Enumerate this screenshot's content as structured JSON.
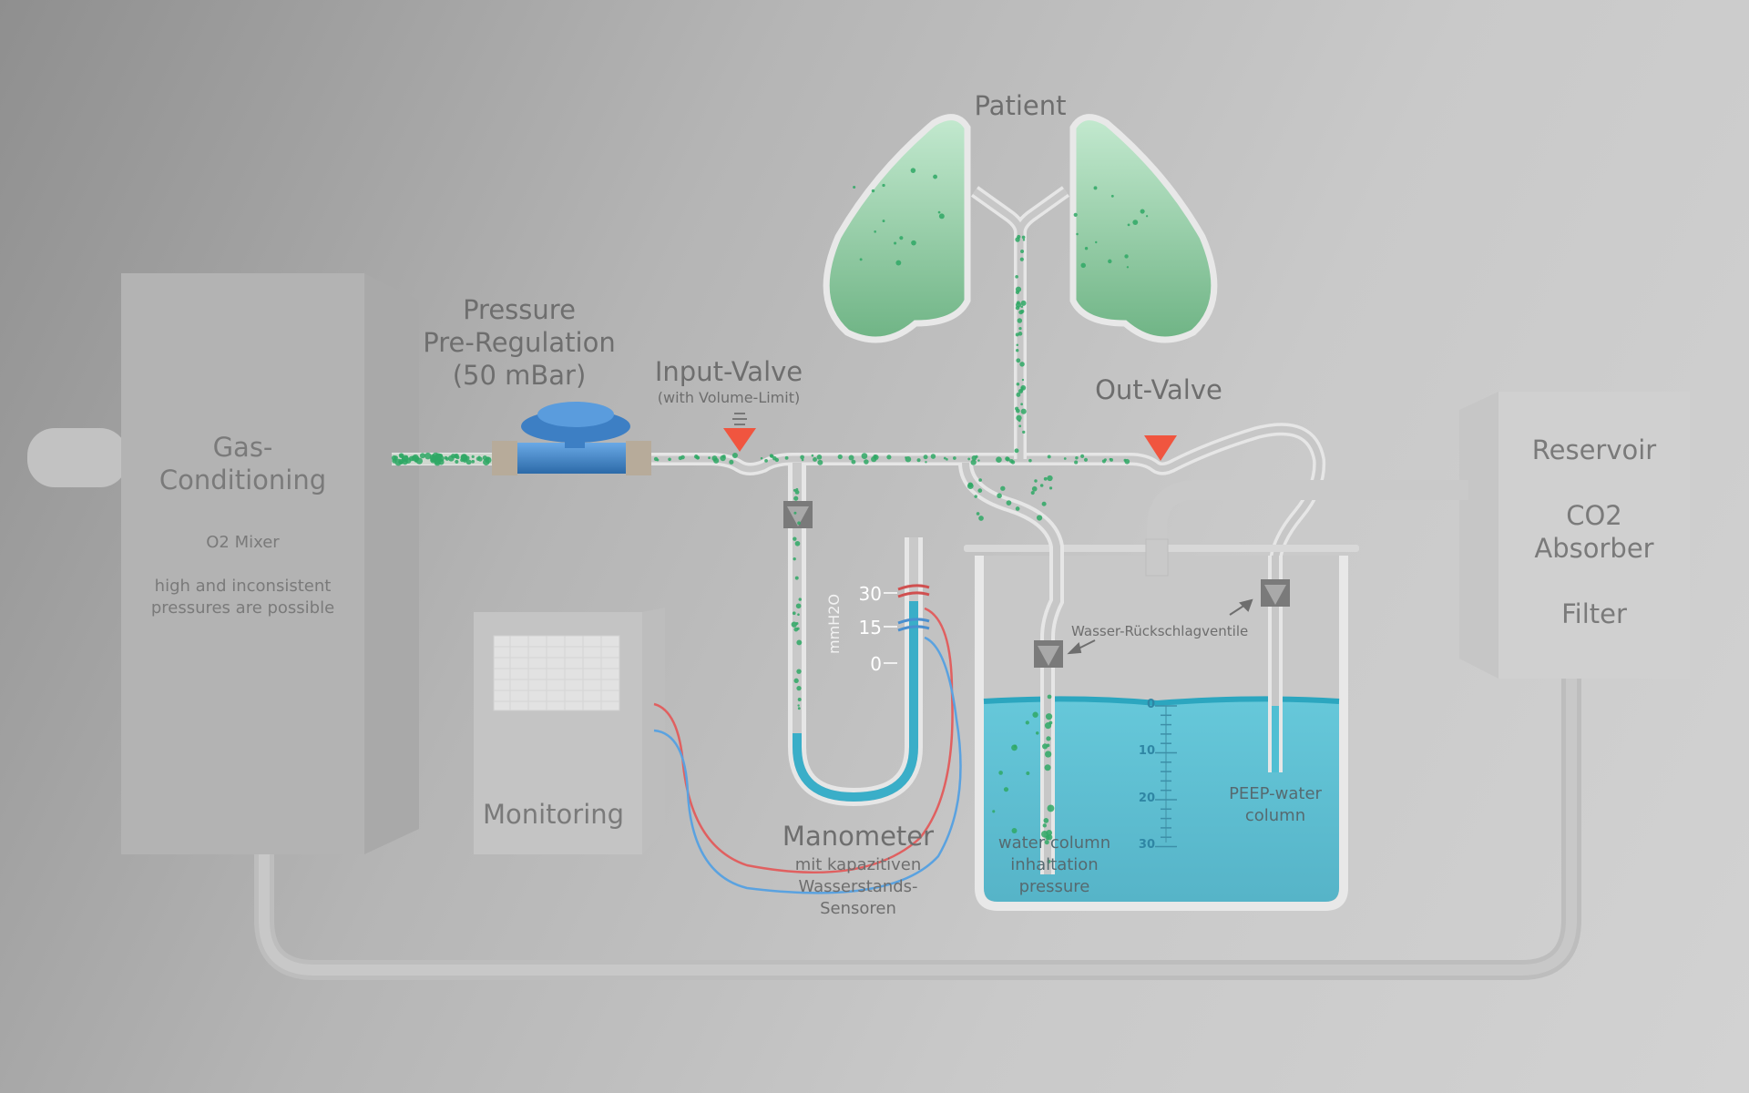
{
  "gas_conditioning": {
    "title": "Gas-\nConditioning",
    "sub1": "O2 Mixer",
    "sub2": "high and inconsistent\npressures are possible"
  },
  "pressure_regulator": {
    "label": "Pressure\nPre-Regulation\n(50 mBar)"
  },
  "input_valve": {
    "label": "Input-Valve",
    "sub": "(with Volume-Limit)"
  },
  "patient": {
    "label": "Patient"
  },
  "out_valve": {
    "label": "Out-Valve"
  },
  "reservoir": {
    "line1": "Reservoir",
    "line2": "CO2\nAbsorber",
    "line3": "Filter"
  },
  "monitoring": {
    "label": "Monitoring"
  },
  "manometer": {
    "title": "Manometer",
    "sub": "mit kapazitiven\nWasserstands-\nSensoren",
    "unit": "mmH2O",
    "ticks": [
      "30",
      "15",
      "0"
    ]
  },
  "water_tank": {
    "check_valves_label": "Wasser-Rückschlagventile",
    "scale": [
      "0",
      "10",
      "20",
      "30"
    ],
    "inhale_label": "water column\ninhaltation\npressure",
    "peep_label": "PEEP-water\ncolumn"
  },
  "colors": {
    "regulator": "#3d7fc4",
    "valve": "#f0553f",
    "water": "#5fc3d6",
    "lung": "#8fcf9f",
    "bubbles": "#2fa865",
    "sensor_red": "#e06060",
    "sensor_blue": "#5aa2e0"
  }
}
